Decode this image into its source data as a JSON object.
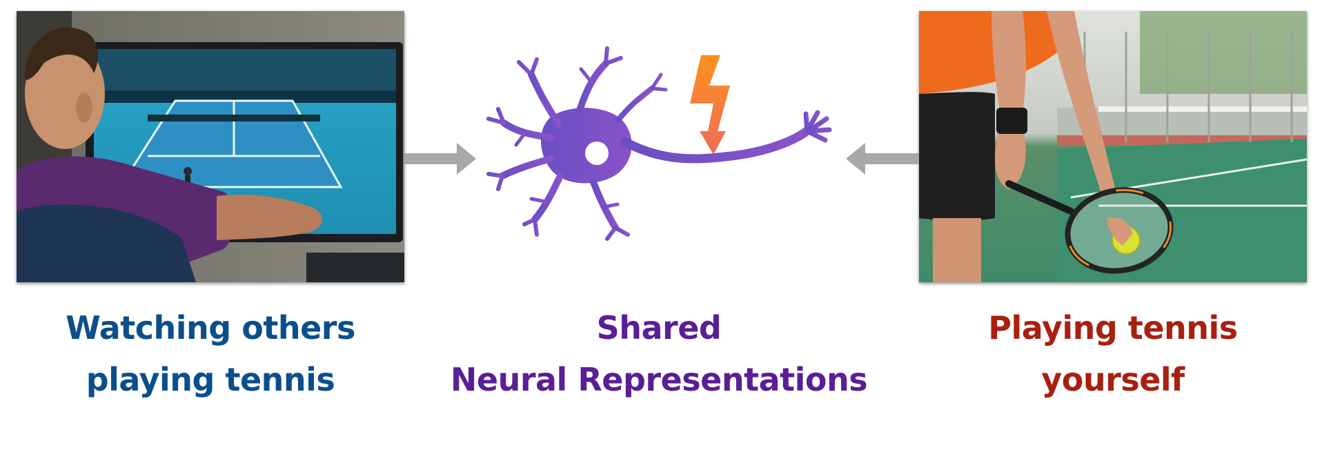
{
  "captions": {
    "left": {
      "line1": "Watching others",
      "line2": "playing tennis",
      "color": "#0b4f8a"
    },
    "center": {
      "line1": "Shared",
      "line2": "Neural Representations",
      "color": "#5a1e96"
    },
    "right": {
      "line1": "Playing tennis",
      "line2": "yourself",
      "color": "#a82010"
    }
  },
  "colors": {
    "arrow": "#a8a8a8",
    "neuron_start": "#6a4fc4",
    "neuron_end": "#8a52c8",
    "bolt_top": "#f7931e",
    "bolt_bottom": "#f26a5a"
  },
  "icons": {
    "left_photo": "person-watching-tennis-tv-photo",
    "right_photo": "person-playing-tennis-photo",
    "center": "neuron-icon",
    "spark": "lightning-bolt-icon"
  }
}
